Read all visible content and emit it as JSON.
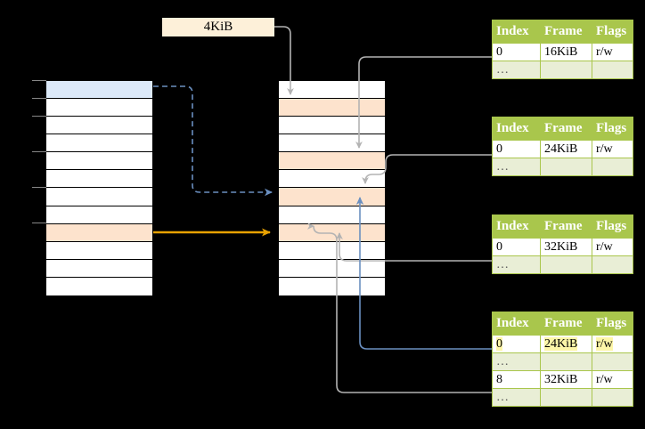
{
  "diagram": {
    "title_label": "4KiB",
    "colors": {
      "table_header_green": "#a9c64c",
      "ellipsis_row": "#e9eed6",
      "highlight_yellow": "#fdf6a8",
      "peach_row": "#fde3cd",
      "blue_row": "#dce9f9",
      "orange_arrow": "#e8a202",
      "blue_arrow": "#6a8fc0",
      "gray_arrow": "#a6a6a6"
    }
  },
  "virtual_column": {
    "name": "virtual-address-space-column",
    "rows": [
      {
        "id": "v1",
        "fill": "blue"
      },
      {
        "id": "v2",
        "fill": "white"
      },
      {
        "id": "v3",
        "fill": "white"
      },
      {
        "id": "v4",
        "fill": "white"
      },
      {
        "id": "v5",
        "fill": "white"
      },
      {
        "id": "v6",
        "fill": "white"
      },
      {
        "id": "v7",
        "fill": "white"
      },
      {
        "id": "v8",
        "fill": "white"
      },
      {
        "id": "v9",
        "fill": "peach"
      },
      {
        "id": "v10",
        "fill": "white"
      },
      {
        "id": "v11",
        "fill": "white"
      },
      {
        "id": "v12",
        "fill": "white"
      }
    ]
  },
  "physical_column": {
    "name": "physical-memory-column",
    "rows": [
      {
        "id": "p1",
        "fill": "white"
      },
      {
        "id": "p2",
        "fill": "peach"
      },
      {
        "id": "p3",
        "fill": "white"
      },
      {
        "id": "p4",
        "fill": "white"
      },
      {
        "id": "p5",
        "fill": "peach"
      },
      {
        "id": "p6",
        "fill": "white"
      },
      {
        "id": "p7",
        "fill": "peach"
      },
      {
        "id": "p8",
        "fill": "white"
      },
      {
        "id": "p9",
        "fill": "peach"
      },
      {
        "id": "p10",
        "fill": "white"
      },
      {
        "id": "p11",
        "fill": "white"
      },
      {
        "id": "p12",
        "fill": "white"
      }
    ]
  },
  "page_tables": [
    {
      "name": "page-table-level-1",
      "headers": [
        "Index",
        "Frame",
        "Flags"
      ],
      "rows": [
        {
          "type": "value",
          "cells": [
            "0",
            "16KiB",
            "r/w"
          ],
          "highlight": false
        },
        {
          "type": "ellipsis",
          "cells": [
            "…",
            "",
            ""
          ],
          "highlight": false
        }
      ]
    },
    {
      "name": "page-table-level-2",
      "headers": [
        "Index",
        "Frame",
        "Flags"
      ],
      "rows": [
        {
          "type": "value",
          "cells": [
            "0",
            "24KiB",
            "r/w"
          ],
          "highlight": false
        },
        {
          "type": "ellipsis",
          "cells": [
            "…",
            "",
            ""
          ],
          "highlight": false
        }
      ]
    },
    {
      "name": "page-table-level-3",
      "headers": [
        "Index",
        "Frame",
        "Flags"
      ],
      "rows": [
        {
          "type": "value",
          "cells": [
            "0",
            "32KiB",
            "r/w"
          ],
          "highlight": false
        },
        {
          "type": "ellipsis",
          "cells": [
            "…",
            "",
            ""
          ],
          "highlight": false
        }
      ]
    },
    {
      "name": "page-table-level-4",
      "headers": [
        "Index",
        "Frame",
        "Flags"
      ],
      "rows": [
        {
          "type": "value",
          "cells": [
            "0",
            "24KiB",
            "r/w"
          ],
          "highlight": true
        },
        {
          "type": "ellipsis",
          "cells": [
            "…",
            "",
            ""
          ],
          "highlight": false
        },
        {
          "type": "value",
          "cells": [
            "8",
            "32KiB",
            "r/w"
          ],
          "highlight": false
        },
        {
          "type": "ellipsis",
          "cells": [
            "…",
            "",
            ""
          ],
          "highlight": false
        }
      ]
    }
  ]
}
